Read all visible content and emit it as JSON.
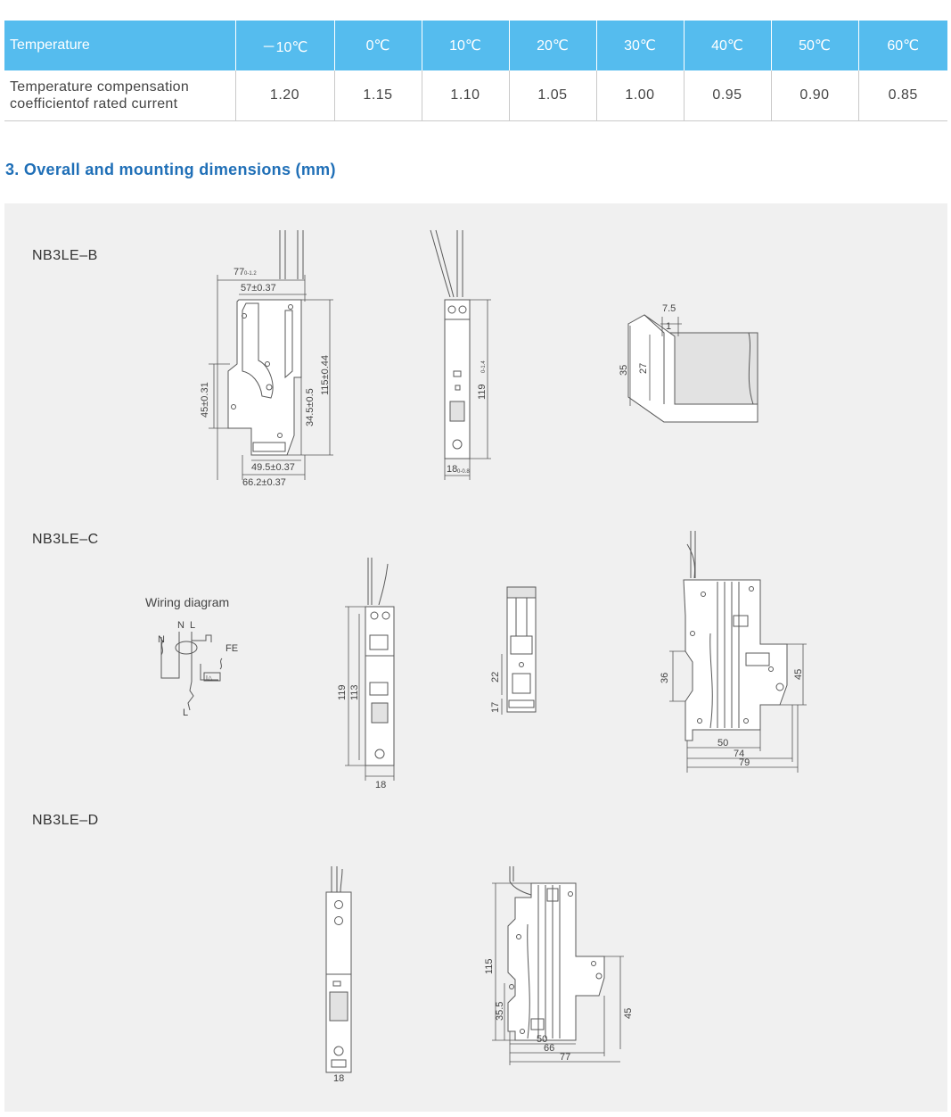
{
  "table": {
    "header_label": "Temperature",
    "temperatures": [
      "－10℃",
      "0℃",
      "10℃",
      "20℃",
      "30℃",
      "40℃",
      "50℃",
      "60℃"
    ],
    "row_label_line1": "Temperature compensation",
    "row_label_line2": "coefficientof rated current",
    "coefficients": [
      "1.20",
      "1.15",
      "1.10",
      "1.05",
      "1.00",
      "0.95",
      "0.90",
      "0.85"
    ]
  },
  "section": {
    "title": "3. Overall and mounting dimensions (mm)"
  },
  "models": {
    "b": {
      "name": "NB3LE–B",
      "dims": {
        "total_width": "77",
        "total_width_tol": "0-1.2",
        "top_width": "57±0.37",
        "height_left": "45±0.31",
        "inner_height": "34.5±0.5",
        "height_right": "115±0.44",
        "bottom_inner": "49.5±0.37",
        "bottom_outer": "66.2±0.37",
        "front_height": "119",
        "front_height_tol": "0-1.4",
        "front_width": "18",
        "front_width_tol": "0-0.8",
        "rail_7_5": "7.5",
        "rail_1": "1",
        "rail_35": "35",
        "rail_27": "27"
      }
    },
    "c": {
      "name": "NB3LE–C",
      "wiring_title": "Wiring diagram",
      "wiring_labels": {
        "n_top": "N",
        "l_top": "L",
        "n_left": "N",
        "fe": "FE",
        "l_bottom": "L",
        "ia": "I△"
      },
      "dims": {
        "h119": "119",
        "h113": "113",
        "w18": "18",
        "h22": "22",
        "h17": "17",
        "h36": "36",
        "h45": "45",
        "w50": "50",
        "w74": "74",
        "w79": "79"
      }
    },
    "d": {
      "name": "NB3LE–D",
      "dims": {
        "w18": "18",
        "h115": "115",
        "h35_5": "35.5",
        "h45": "45",
        "w50": "50",
        "w66": "66",
        "w77": "77"
      }
    }
  }
}
